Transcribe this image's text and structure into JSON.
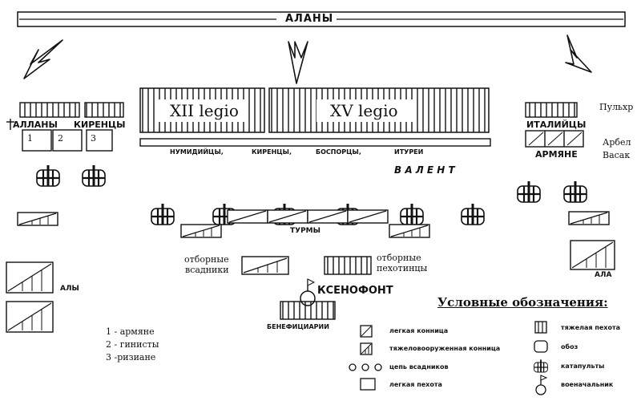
{
  "top_band": "АЛАНЫ",
  "units": {
    "left_allies": "АЛЛАНЫ",
    "left_cyrenians": "КИРЕНЦЫ",
    "box_1": "1",
    "box_2": "2",
    "box_3": "3",
    "legion_12": "XII legio",
    "legion_15": "XV legio",
    "auxiliaries": [
      "НУМИДИЙЦЫ,",
      "КИРЕНЦЫ,",
      "БОСПОРЦЫ,",
      "ИТУРЕИ"
    ],
    "valent": "В А Л Е Н Т",
    "turmy": "ТУРМЫ",
    "elite_cavalry": "отборные\nвсадники",
    "elite_infantry": "отборные\nпехотинцы",
    "xenophon": "КСЕНОФОНТ",
    "beneficiarii": "БЕНЕФИЦИАРИИ",
    "italians": "ИТАЛИЙЦЫ",
    "armenians": "АРМЯНЕ",
    "pulcher": "Пульхр",
    "arbel": "Арбел",
    "vasak": "Васак",
    "ala_left": "АЛЫ",
    "ala_right": "АЛА"
  },
  "notes": {
    "line1": "1 - армяне",
    "line2": "2 - гинисты",
    "line3": "3 -ризиане"
  },
  "legend": {
    "title": "Условные обозначения:",
    "items": {
      "light_cavalry": "легкая конница",
      "heavy_cavalry": "тяжеловооруженная конница",
      "cavalry_chain": "цепь всадников",
      "light_infantry": "легкая пехота",
      "heavy_infantry": "тяжелая пехота",
      "baggage": "обоз",
      "catapults": "катапульты",
      "commander": "военачальник"
    }
  }
}
